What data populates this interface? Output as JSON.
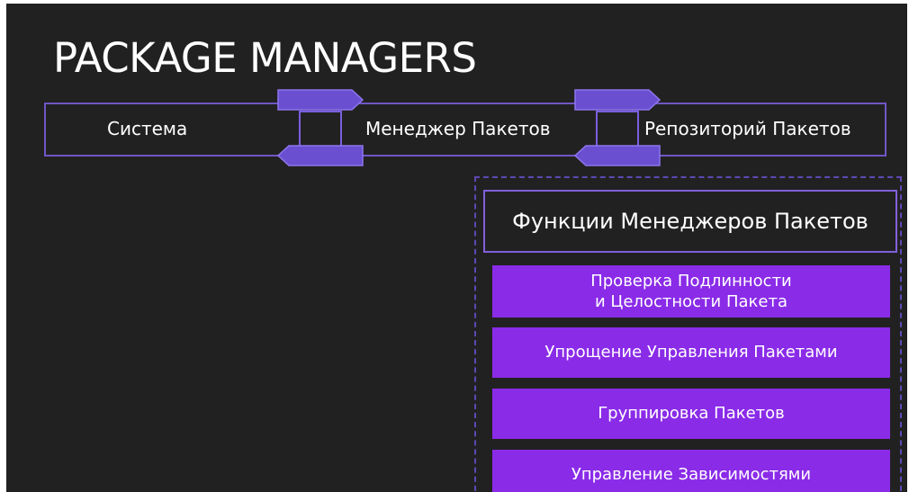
{
  "slide": {
    "title": "PACKAGE MANAGERS"
  },
  "flow": {
    "nodes": [
      {
        "label": "Система"
      },
      {
        "label": "Менеджер Пакетов"
      },
      {
        "label": "Репозиторий Пакетов"
      }
    ]
  },
  "functions": {
    "header": "Функции Менеджеров Пакетов",
    "items": [
      {
        "label": "Проверка Подлинности\nи Целостности Пакета"
      },
      {
        "label": "Упрощение Управления Пакетами"
      },
      {
        "label": "Группировка Пакетов"
      },
      {
        "label": "Управление Зависимостями"
      }
    ]
  },
  "colors": {
    "background": "#222122",
    "accent_border": "#6f56c5",
    "arrow_fill": "#6a4fd0",
    "item_fill": "#8a2be8",
    "text": "#ffffff"
  }
}
